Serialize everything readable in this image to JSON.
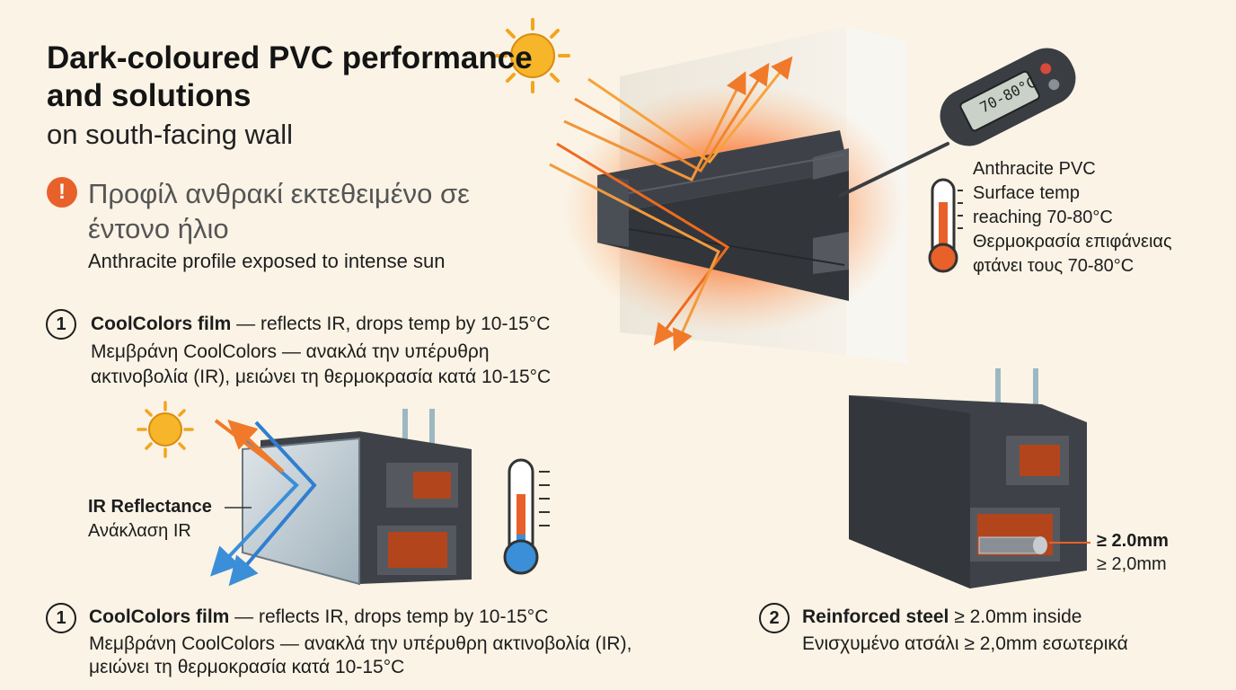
{
  "title": "Dark-coloured PVC performance and solutions",
  "subtitle": "on south-facing wall",
  "warning": {
    "icon": "exclamation-icon",
    "symbol": "!",
    "text_gr": "Προφίλ ανθρακί εκτεθειμένο σε έντονο ήλιο",
    "text_en": "Anthracite profile exposed to intense sun"
  },
  "thermometer_display": "70-80°C",
  "surface_temp": {
    "lines": [
      "Anthracite PVC",
      "Surface temp",
      "reaching 70-80°C",
      "Θερμοκρασία επιφάνειας",
      "φτάνει τους 70-80°C"
    ]
  },
  "solution1_top": {
    "number": "1",
    "bold": "CoolColors film",
    "rest": " — reflects IR, drops temp by 10-15°C",
    "gr_line1": "Μεμβράνη CoolColors — ανακλά την υπέρυθρη",
    "gr_line2": "ακτινοβολία (IR), μειώνει τη θερμοκρασία κατά 10-15°C"
  },
  "ir_label": {
    "en": "IR Reflectance",
    "gr": "Ανάκλαση IR"
  },
  "solution1_bottom": {
    "number": "1",
    "bold": "CoolColors film",
    "rest": " — reflects IR, drops temp by 10-15°C",
    "gr_line1": "Μεμβράνη CoolColors — ανακλά την υπέρυθρη ακτινοβολία (IR),",
    "gr_line2": "μειώνει τη θερμοκρασία κατά 10-15°C"
  },
  "solution2": {
    "number": "2",
    "bold": "Reinforced steel",
    "rest": " ≥ 2.0mm inside",
    "gr": "Ενισχυμένο ατσάλι ≥ 2,0mm εσωτερικά"
  },
  "steel_label": {
    "en": "≥ 2.0mm",
    "gr": "≥ 2,0mm"
  },
  "colors": {
    "background": "#faf3e6",
    "pvc_anthracite": "#3e4248",
    "heat_orange": "#f07a2a",
    "ir_blue": "#3a8fd8",
    "warning": "#e8612a"
  }
}
